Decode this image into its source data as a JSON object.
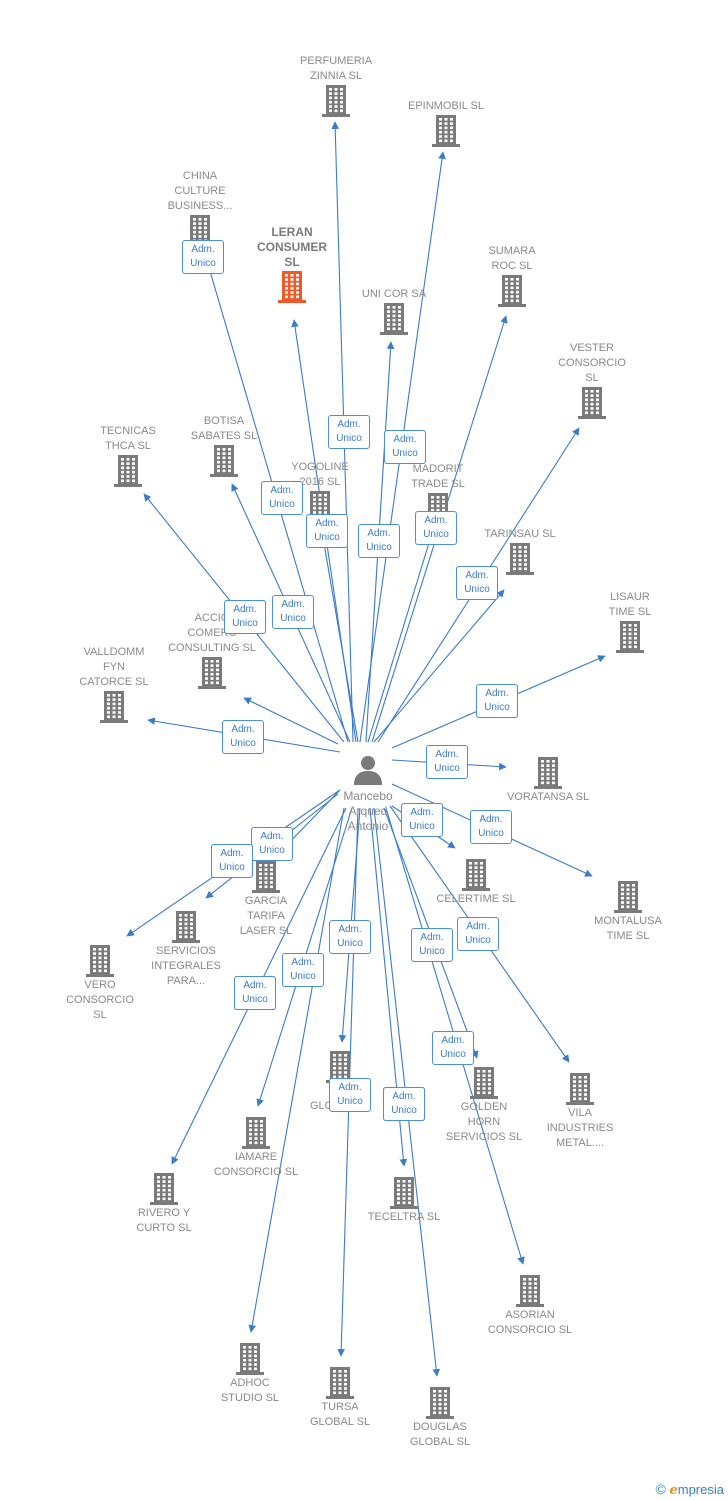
{
  "person": {
    "name": "Mancebo\nArqued\nAntonio",
    "icon": "person-icon"
  },
  "colors": {
    "edge": "#3a7cc8",
    "node": "#7a7a7a",
    "focus": "#f05a28"
  },
  "edge_label": "Adm.\nUnico",
  "brand": {
    "copyright": "©",
    "name_first": "e",
    "name_rest": "mpresia"
  },
  "nodes": [
    {
      "label": "PERFUMERIA\nZINNIA SL",
      "focus": false
    },
    {
      "label": "EPINMOBIL SL",
      "focus": false
    },
    {
      "label": "CHINA\nCULTURE\nBUSINESS...",
      "focus": false
    },
    {
      "label": "LERAN\nCONSUMER\nSL",
      "focus": true
    },
    {
      "label": "UNI COR SA",
      "focus": false
    },
    {
      "label": "SUMARA\nROC SL",
      "focus": false
    },
    {
      "label": "VESTER\nCONSORCIO\nSL",
      "focus": false
    },
    {
      "label": "TECNICAS\nTHCA SL",
      "focus": false
    },
    {
      "label": "BOTISA\nSABATES SL",
      "focus": false
    },
    {
      "label": "YOGOLINE\n2016  SL",
      "focus": false
    },
    {
      "label": "MADORIT\nTRADE  SL",
      "focus": false
    },
    {
      "label": "TARINSAU SL",
      "focus": false
    },
    {
      "label": "LISAUR\nTIME  SL",
      "focus": false
    },
    {
      "label": "ACCIO\nCOMERC\nCONSULTING SL",
      "focus": false
    },
    {
      "label": "VALLDOMM\nFYN\nCATORCE  SL",
      "focus": false
    },
    {
      "label": "VORATANSA SL",
      "focus": false
    },
    {
      "label": "MONTALUSA\nTIME  SL",
      "focus": false
    },
    {
      "label": "GARCIA\nTARIFA\nLASER  SL",
      "focus": false
    },
    {
      "label": "CELERTIME SL",
      "focus": false
    },
    {
      "label": "SERVICIOS\nINTEGRALES\nPARA...",
      "focus": false
    },
    {
      "label": "VERO\nCONSORCIO\nSL",
      "focus": false
    },
    {
      "label": "VILA\nINDUSTRIES\nMETAL....",
      "focus": false
    },
    {
      "label": "GOLDEN\nHORN\nSERVICIOS  SL",
      "focus": false
    },
    {
      "label": "...\nGLOBAL SL",
      "focus": false
    },
    {
      "label": "IAMARE\nCONSORCIO SL",
      "focus": false
    },
    {
      "label": "RIVERO Y\nCURTO  SL",
      "focus": false
    },
    {
      "label": "TECELTRA SL",
      "focus": false
    },
    {
      "label": "ASORIAN\nCONSORCIO SL",
      "focus": false
    },
    {
      "label": "ADHOC\nSTUDIO SL",
      "focus": false
    },
    {
      "label": "TURSA\nGLOBAL SL",
      "focus": false
    },
    {
      "label": "DOUGLAS\nGLOBAL  SL",
      "focus": false
    }
  ]
}
